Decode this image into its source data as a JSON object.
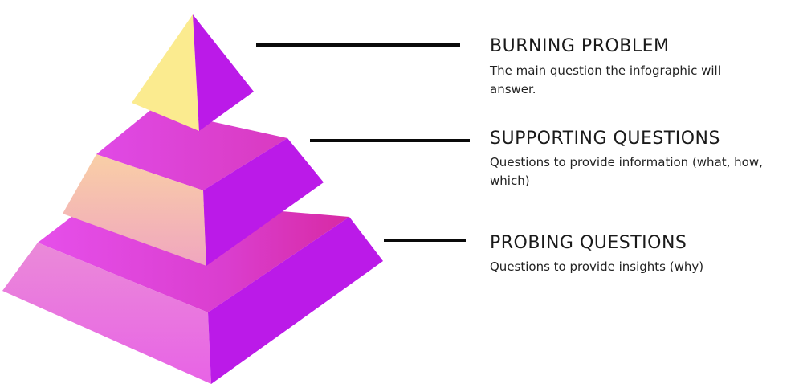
{
  "levels": [
    {
      "title": "BURNING PROBLEM",
      "description": "The main question the infographic will answer."
    },
    {
      "title": "SUPPORTING QUESTIONS",
      "description": "Questions to provide information (what, how, which)"
    },
    {
      "title": "PROBING QUESTIONS",
      "description": "Questions to provide insights (why)"
    }
  ],
  "colors": {
    "background": "#ffffff",
    "magenta_light": "#e84ae8",
    "magenta_mid": "#d93cd8",
    "purple": "#bb1ae8",
    "pink_hot": "#db2aa8",
    "peach": "#f8c6a6",
    "yellow": "#fbeb8f",
    "connector": "#0a0a0a"
  }
}
